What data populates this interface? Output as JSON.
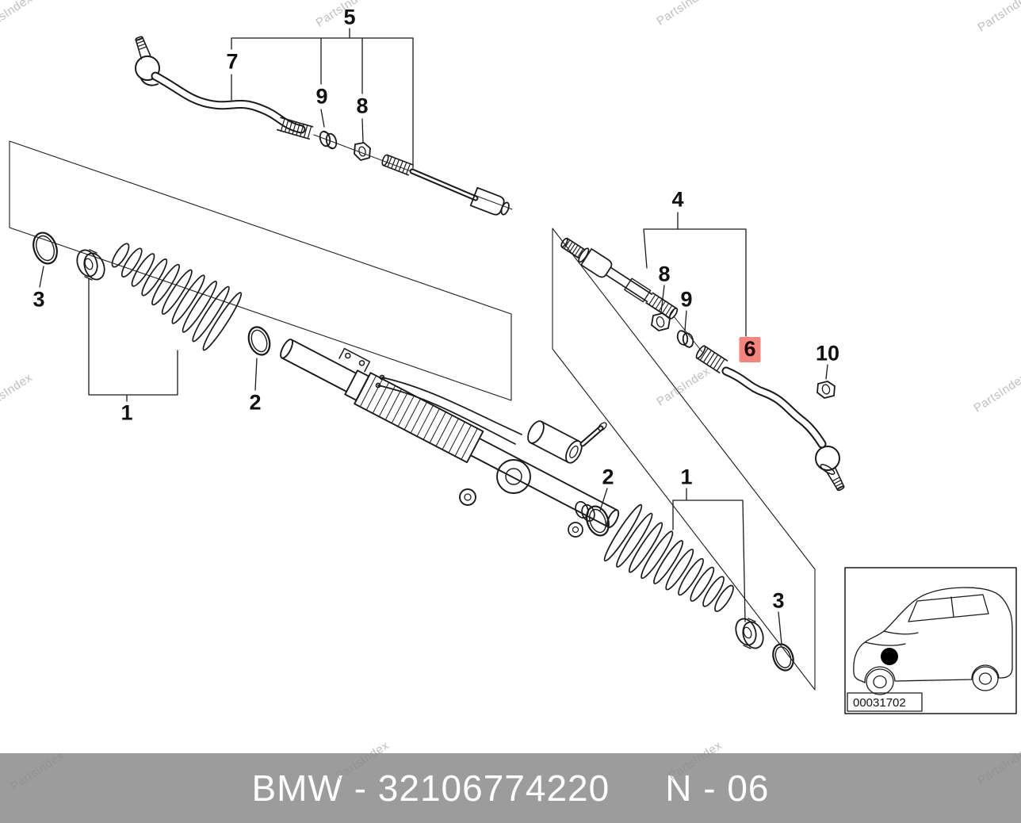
{
  "watermark": {
    "text": "PartsIndex"
  },
  "callouts": {
    "c5": "5",
    "c7": "7",
    "c9_top": "9",
    "c8_top": "8",
    "c3_left": "3",
    "c1_left": "1",
    "c2_left": "2",
    "c4": "4",
    "c8_right": "8",
    "c9_right": "9",
    "c6": "6",
    "c10": "10",
    "c2_right": "2",
    "c1_right": "1",
    "c3_right": "3"
  },
  "selected_callout": "6",
  "thumbnail": {
    "code": "00031702"
  },
  "footer": {
    "brand_part": "BMW - 32106774220",
    "doc_ref": "N - 06"
  },
  "colors": {
    "banner-bg": "#9c9c9c",
    "banner-text": "#ffffff",
    "highlight-bg": "#f2857d",
    "line": "#1a1a1a",
    "watermark": "#8a8a8a"
  }
}
